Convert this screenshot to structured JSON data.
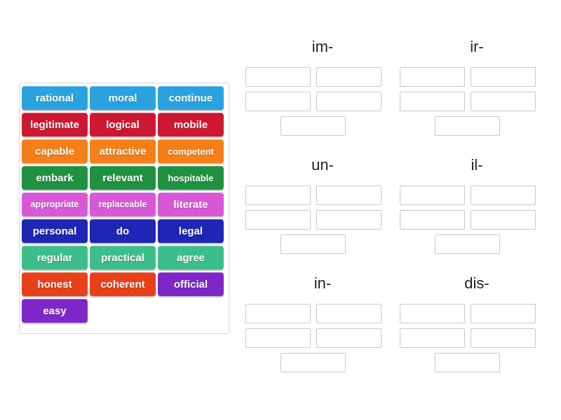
{
  "activity": {
    "type": "group-sort",
    "word_bank": {
      "tiles": [
        {
          "label": "rational",
          "color": "#29a3e0",
          "size": "normal"
        },
        {
          "label": "moral",
          "color": "#29a3e0",
          "size": "normal"
        },
        {
          "label": "continue",
          "color": "#29a3e0",
          "size": "normal"
        },
        {
          "label": "legitimate",
          "color": "#ce1831",
          "size": "normal"
        },
        {
          "label": "logical",
          "color": "#ce1831",
          "size": "normal"
        },
        {
          "label": "mobile",
          "color": "#ce1831",
          "size": "normal"
        },
        {
          "label": "capable",
          "color": "#f57f17",
          "size": "normal"
        },
        {
          "label": "attractive",
          "color": "#f57f17",
          "size": "normal"
        },
        {
          "label": "competent",
          "color": "#f57f17",
          "size": "sm"
        },
        {
          "label": "embark",
          "color": "#1f9140",
          "size": "normal"
        },
        {
          "label": "relevant",
          "color": "#1f9140",
          "size": "normal"
        },
        {
          "label": "hospitable",
          "color": "#1f9140",
          "size": "sm"
        },
        {
          "label": "appropriate",
          "color": "#d858d8",
          "size": "xs"
        },
        {
          "label": "replaceable",
          "color": "#d858d8",
          "size": "xs"
        },
        {
          "label": "literate",
          "color": "#d858d8",
          "size": "normal"
        },
        {
          "label": "personal",
          "color": "#1f25b5",
          "size": "normal"
        },
        {
          "label": "do",
          "color": "#1f25b5",
          "size": "normal"
        },
        {
          "label": "legal",
          "color": "#1f25b5",
          "size": "normal"
        },
        {
          "label": "regular",
          "color": "#3dbd8c",
          "size": "normal"
        },
        {
          "label": "practical",
          "color": "#3dbd8c",
          "size": "normal"
        },
        {
          "label": "agree",
          "color": "#3dbd8c",
          "size": "normal"
        },
        {
          "label": "honest",
          "color": "#e8411a",
          "size": "normal"
        },
        {
          "label": "coherent",
          "color": "#e8411a",
          "size": "normal"
        },
        {
          "label": "official",
          "color": "#7f26c9",
          "size": "normal"
        },
        {
          "label": "easy",
          "color": "#7f26c9",
          "size": "normal"
        }
      ]
    },
    "groups": [
      {
        "title": "im-",
        "slots": [
          "",
          "",
          "",
          "",
          ""
        ]
      },
      {
        "title": "ir-",
        "slots": [
          "",
          "",
          "",
          "",
          ""
        ]
      },
      {
        "title": "un-",
        "slots": [
          "",
          "",
          "",
          "",
          ""
        ]
      },
      {
        "title": "il-",
        "slots": [
          "",
          "",
          "",
          "",
          ""
        ]
      },
      {
        "title": "in-",
        "slots": [
          "",
          "",
          "",
          "",
          ""
        ]
      },
      {
        "title": "dis-",
        "slots": [
          "",
          "",
          "",
          "",
          ""
        ]
      }
    ]
  },
  "colors": {
    "page_background": "#ffffff",
    "panel_border": "#d8d8d8",
    "slot_border": "#c9c9c9",
    "title_text": "#222222",
    "tile_text": "#ffffff"
  }
}
